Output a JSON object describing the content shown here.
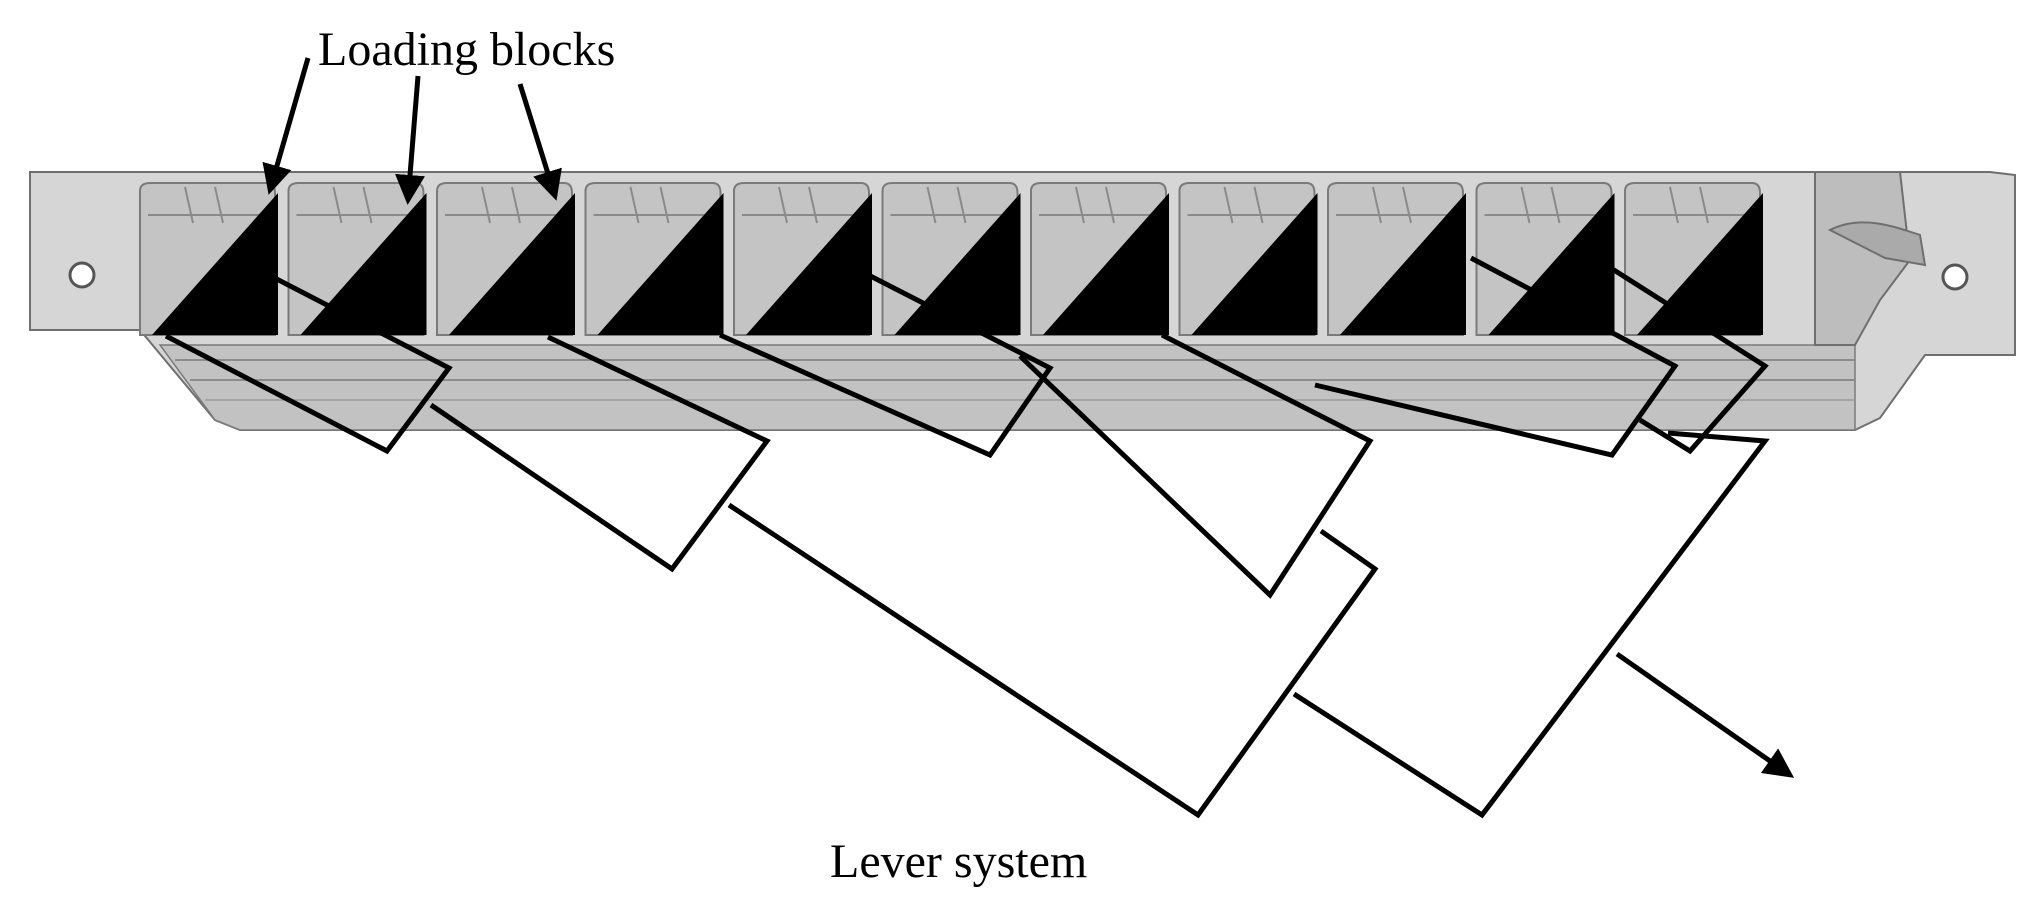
{
  "labels": {
    "loading_blocks": "Loading blocks",
    "lever_system": "Lever system"
  },
  "components": {
    "loading_block_count": 11
  },
  "colors": {
    "rail_fill": "#d6d6d6",
    "rail_dark": "#b9b9b9",
    "rail_stroke": "#7a7a7a",
    "pocket_fill": "#c4c4c4",
    "block_fill": "#000000",
    "lever_stroke": "#000000",
    "background": "#ffffff"
  }
}
